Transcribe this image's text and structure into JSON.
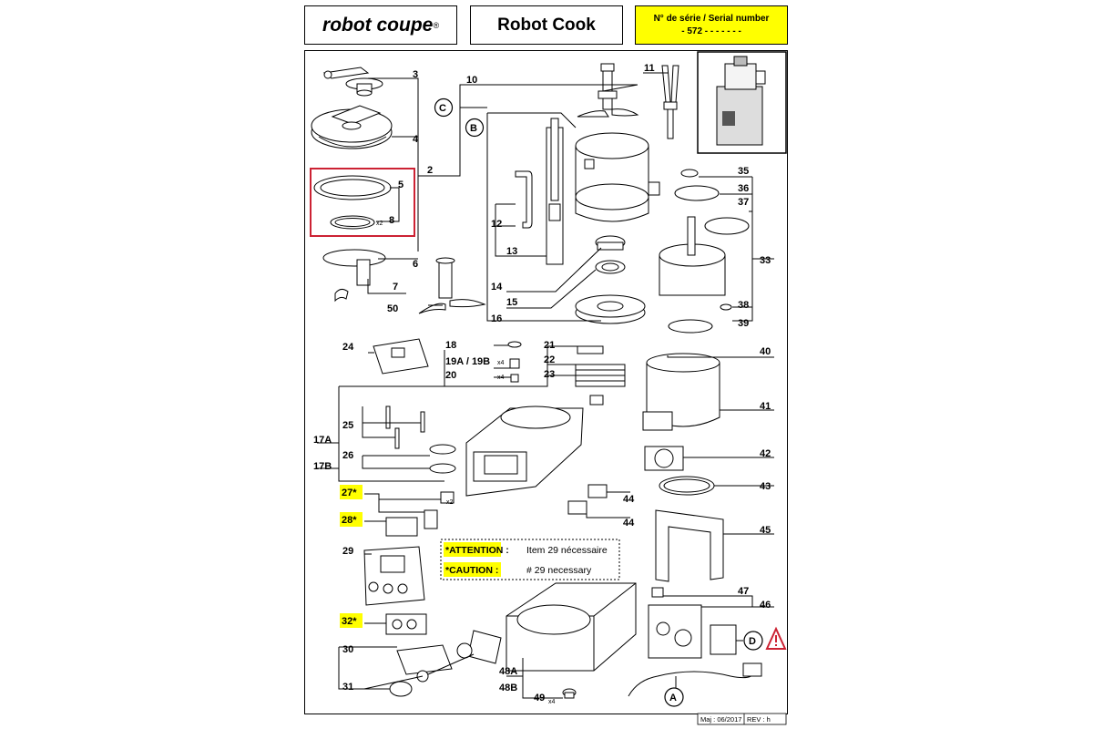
{
  "header": {
    "brand": "robot coupe",
    "brand_mark": "®",
    "model": "Robot Cook",
    "serial_label": "N° de série / Serial number",
    "serial_value": "- 572 - - - - -   - -"
  },
  "colors": {
    "highlight": "#ffff00",
    "selection": "#cc2233",
    "line": "#000000"
  },
  "callouts": {
    "c3": "3",
    "c4": "4",
    "c5": "5",
    "c8": "8",
    "c2": "2",
    "c6": "6",
    "c7": "7",
    "c50": "50",
    "c10": "10",
    "c11": "11",
    "c12": "12",
    "c13": "13",
    "c14": "14",
    "c15": "15",
    "c16": "16",
    "c35": "35",
    "c36": "36",
    "c37": "37",
    "c33": "33",
    "c38": "38",
    "c39": "39",
    "c40": "40",
    "c41": "41",
    "c42": "42",
    "c43": "43",
    "c45": "45",
    "c47": "47",
    "c46": "46",
    "c24": "24",
    "c18": "18",
    "c19": "19A / 19B",
    "c20": "20",
    "c21": "21",
    "c22": "22",
    "c23": "23",
    "c25": "25",
    "c26": "26",
    "c17a": "17A",
    "c17b": "17B",
    "c27": "27*",
    "c28": "28*",
    "c29": "29",
    "c32": "32*",
    "c30": "30",
    "c31": "31",
    "c44a": "44",
    "c44b": "44",
    "c48a": "48A",
    "c48b": "48B",
    "c49": "49"
  },
  "qty": {
    "q8": "x2",
    "q19": "x4",
    "q20": "x4",
    "q27": "x2",
    "q49": "x4"
  },
  "circles": {
    "C": "C",
    "B": "B",
    "D": "D",
    "A": "A"
  },
  "notes": {
    "attention_label": "*ATTENTION :",
    "attention_text": "Item 29 nécessaire",
    "caution_label": "*CAUTION :",
    "caution_text": "# 29 necessary"
  },
  "footer": {
    "date": "Maj : 06/2017",
    "rev": "REV :  h"
  }
}
